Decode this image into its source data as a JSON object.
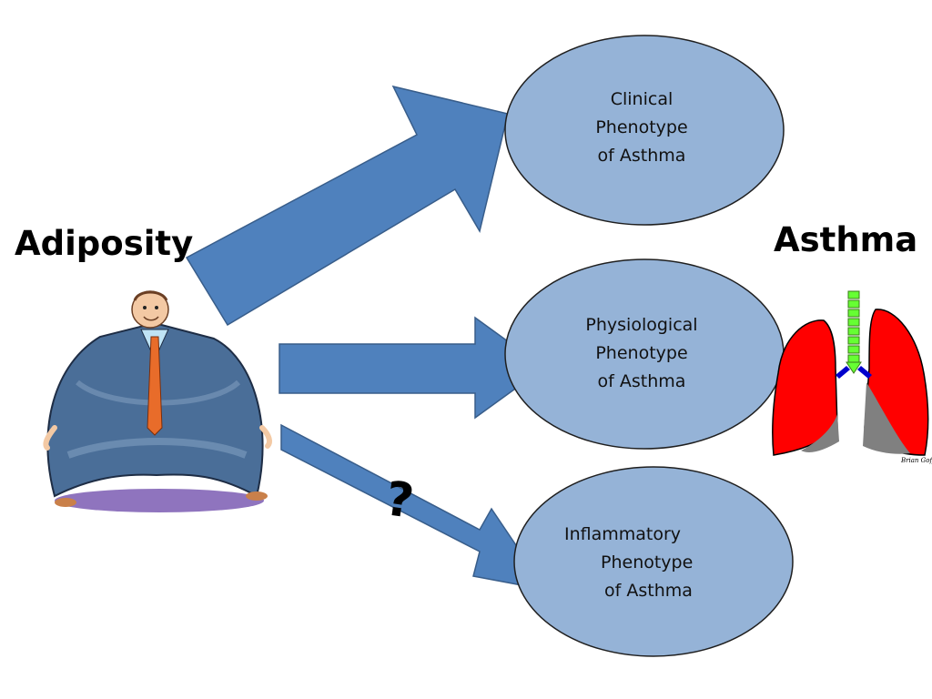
{
  "left_label": "Adiposity",
  "right_label": "Asthma",
  "question_mark": "?",
  "phenotypes": [
    {
      "lines": [
        "Clinical",
        "Phenotype",
        "of Asthma"
      ]
    },
    {
      "lines": [
        "Physiological",
        "Phenotype",
        "of Asthma"
      ]
    },
    {
      "lines": [
        "Inflammatory",
        "Phenotype",
        "of Asthma"
      ]
    }
  ],
  "lung_illustration_signature": "Brian Goff",
  "colors": {
    "arrow_fill": "#4f81bd",
    "arrow_stroke": "#385d8a",
    "ellipse_fill": "#95b3d7",
    "ellipse_stroke": "#1f1f1f",
    "lung_red": "#ff0000",
    "lung_shadow": "#808080",
    "trachea": "#66ff33",
    "suit_blue": "#4a6e98"
  }
}
